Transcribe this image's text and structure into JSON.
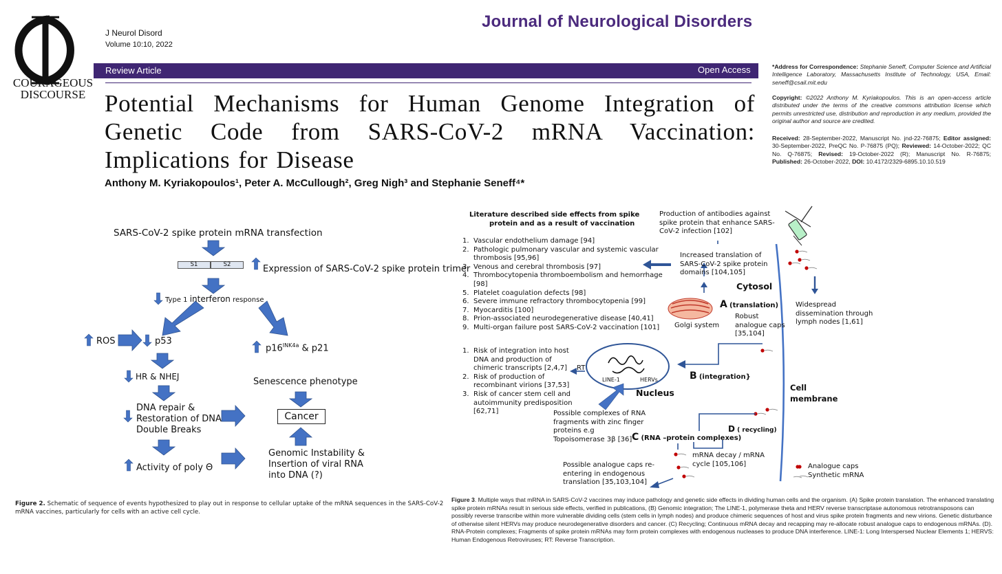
{
  "logo": {
    "letters": "CD",
    "line1": "COURAGEOUS",
    "line2": "DISCOURSE"
  },
  "header": {
    "journal_short": "J Neurol Disord",
    "volume": "Volume 10:10, 2022",
    "journal_name": "Journal of Neurological Disorders",
    "article_type": "Review Article",
    "access": "Open Access",
    "bar_color": "#3f2673",
    "journal_color": "#4b2a7d"
  },
  "article": {
    "title": "Potential Mechanisms for Human Genome Integration of Genetic Code from SARS-CoV-2 mRNA Vaccination: Implications for Disease",
    "authors": "Anthony M. Kyriakopoulos¹, Peter A. McCullough², Greg Nigh³ and Stephanie Seneff⁴*"
  },
  "sidebar": {
    "corr_label": "*Address for Correspondence:",
    "corr_text": "Stephanie Seneff, Computer Science and Artificial Intelligence Laboratory, Massachusetts Institute of Technology, USA, Email: seneff@csail.mit.edu",
    "copyright_label": "Copyright:",
    "copyright_text": "©2022 Anthony M. Kyriakopoulos. This is an open-access article distributed under the terms of the creative commons attribution license which permits unrestricted use, distribution and reproduction in any medium, provided the original author and source are credited.",
    "received_label": "Received:",
    "received_text": "28-September-2022, Manuscript No. jnd-22-76875;",
    "editor_label": "Editor assigned:",
    "editor_text": "30-September-2022, PreQC No. P-76875 (PQ);",
    "reviewed_label": "Reviewed:",
    "reviewed_text": "14-October-2022; QC No. Q-76875;",
    "revised_label": "Revised:",
    "revised_text": "19-October-2022 (R); Manuscript No. R-76875;",
    "published_label": "Published:",
    "published_text": "26-October-2022,",
    "doi_label": "DOI:",
    "doi_text": "10.4172/2329-6895.10.10.519"
  },
  "figure2": {
    "top": "SARS-CoV-2 spike protein mRNA transfection",
    "s1": "S1",
    "s2": "S2",
    "expression": "Expression of SARS-CoV-2 spike protein trimer",
    "interferon_a": "Type 1 ",
    "interferon_b": "interferon",
    "interferon_c": " response",
    "ros": "ROS",
    "p53": "p53",
    "p16": "p16",
    "p16_sup": "INK4a",
    "p21": " & p21",
    "hr": "HR & NHEJ",
    "senescence": "Senescence phenotype",
    "dna_repair_1": "DNA repair &",
    "dna_repair_2": "Restoration of DNA",
    "dna_repair_3": "Double Breaks",
    "cancer": "Cancer",
    "poly": "Activity of poly Θ",
    "genomic_1": "Genomic Instability &",
    "genomic_2": "Insertion of  viral RNA",
    "genomic_3": "into DNA (?)",
    "caption_label": "Figure 2.",
    "caption_text": "Schematic of sequence of events hypothesized to play out in response to cellular uptake of the mRNA sequences in the SARS-CoV-2 mRNA vaccines, particularly for cells with an active cell cycle.",
    "arrow_color": "#4472c4"
  },
  "figure3": {
    "lit_title_1": "Literature described side effects from spike",
    "lit_title_2": "protein and as a result of vaccination",
    "side_effects": [
      "Vascular endothelium damage [94]",
      "Pathologic pulmonary vascular and systemic vascular thrombosis  [95,96]",
      "Venous and cerebral thrombosis [97]",
      "Thrombocytopenia thromboembolism and hemorrhage [98]",
      "Platelet coagulation defects [98]",
      "Severe immune refractory thrombocytopenia [99]",
      "Myocarditis [100]",
      "Prion-associated neurodegenerative disease [40,41]",
      "Multi-organ failure post SARS-CoV-2 vaccination [101]"
    ],
    "antibodies_1": "Production of antibodies against",
    "antibodies_2": "spike protein that enhance SARS-",
    "antibodies_3": "CoV-2 infection [102]",
    "increased_1": "Increased translation  of",
    "increased_2": "SARS-CoV-2 spike protein",
    "increased_3": "domains [104,105]",
    "cytosol": "Cytosol",
    "a_letter": "A",
    "a_label": "(translation)",
    "golgi": "Golgi system",
    "robust_1": "Robust",
    "robust_2": "analogue caps",
    "robust_3": "[35,104]",
    "widespread_1": "Widespread",
    "widespread_2": "dissemination through",
    "widespread_3": "lymph nodes [1,61]",
    "risks": [
      "Risk of integration into host DNA and production of chimeric transcripts [2,4,7]",
      "Risk of production of recombinant virions  [37,53]",
      "Risk of cancer stem cell and autoimmunity predisposition [62,71]"
    ],
    "rt": "RT",
    "line1": "LINE-1",
    "hervs": "HERVs",
    "nucleus": "Nucleus",
    "b_letter": "B",
    "b_label": "(integration}",
    "cell_1": "Cell",
    "cell_2": "membrane",
    "complexes_1": "Possible complexes of RNA",
    "complexes_2": "fragments with zinc finger",
    "complexes_3": "proteins e.g",
    "complexes_4": "Topoisomerase 3β [36]",
    "c_letter": "C",
    "c_label": "(RNA –protein complexes)",
    "d_letter": "D",
    "d_label": "( recycling)",
    "decay_1": "mRNA decay / mRNA",
    "decay_2": "cycle [105,106]",
    "reenter_1": "Possible analogue caps re-",
    "reenter_2": "entering in endogenous",
    "reenter_3": "translation [35,103,104]",
    "legend_caps": "Analogue caps",
    "legend_mrna": "Synthetic mRNA",
    "caption_label": "Figure 3",
    "caption_text": ". Multiple ways that mRNA in SARS-CoV-2 vaccines may induce pathology and genetic side effects in dividing human cells and the organism. (A) Spike protein translation. The enhanced translating spike protein mRNAs result in serious side effects, verified in publications, (B) Genomic integration; The LINE-1, polymerase theta and HERV reverse transcriptase autonomous retrotransposons can possibly reverse transcribe within more vulnerable dividing cells (stem cells in lymph nodes) and produce chimeric sequences of host and virus spike protein fragments and new virions. Genetic disturbance of otherwise silent HERVs may produce neurodegenerative disorders and cancer. (C) Recycling; Continuous mRNA decay and recapping may re-allocate robust analogue caps to endogenous mRNAs. (D). RNA-Protein complexes; Fragments of spike protein mRNAs may form protein complexes with endogenous nucleases to produce DNA interference. LINE-1: Long Interspersed Nuclear Elements 1; HERVS: Human Endogenous Retroviruses; RT: Reverse Transcription.",
    "membrane_color": "#4472c4",
    "cap_color": "#c00000"
  }
}
